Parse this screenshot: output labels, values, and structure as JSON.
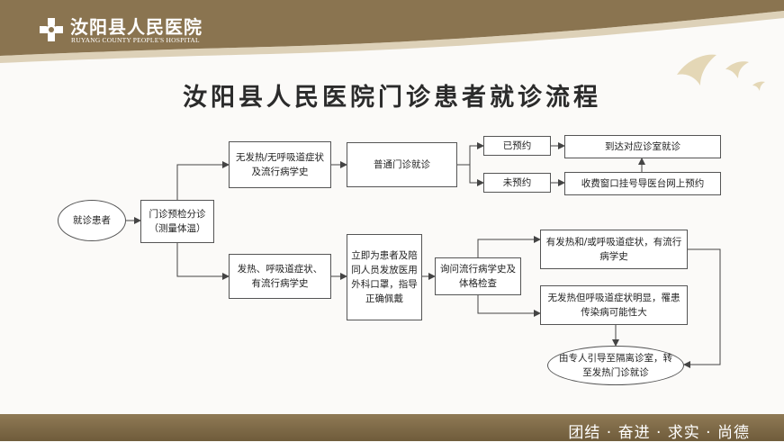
{
  "header": {
    "hospital_name_cn": "汝阳县人民医院",
    "hospital_name_en": "RUYANG COUNTY PEOPLE'S HOSPITAL",
    "logo_icon": "hospital-logo-icon"
  },
  "title": "汝阳县人民医院门诊患者就诊流程",
  "flow": {
    "start": "就诊患者",
    "triage": "门诊预检分诊（测量体温）",
    "no_fever": "无发热/无呼吸道症状及流行病学史",
    "general_clinic": "普通门诊就诊",
    "reserved": "已预约",
    "not_reserved": "未预约",
    "go_to_room": "到达对应诊室就诊",
    "register": "收费窗口挂号导医台网上预约",
    "fever": "发热、呼吸道症状、有流行病学史",
    "mask": "立即为患者及陪同人员发放医用外科口罩，指导正确佩戴",
    "inquiry": "询问流行病学史及体格检查",
    "fever_with_history": "有发热和/或呼吸道症状，有流行病学史",
    "fever_no_history": "无发热但呼吸道症状明显，罹患传染病可能性大",
    "isolation": "由专人引导至隔离诊室，转至发热门诊就诊"
  },
  "footer": {
    "slogan": "团结 · 奋进 · 求实 · 尚德"
  },
  "colors": {
    "brand": "#8a7450",
    "footer": "#7a6645",
    "line": "#444444"
  }
}
